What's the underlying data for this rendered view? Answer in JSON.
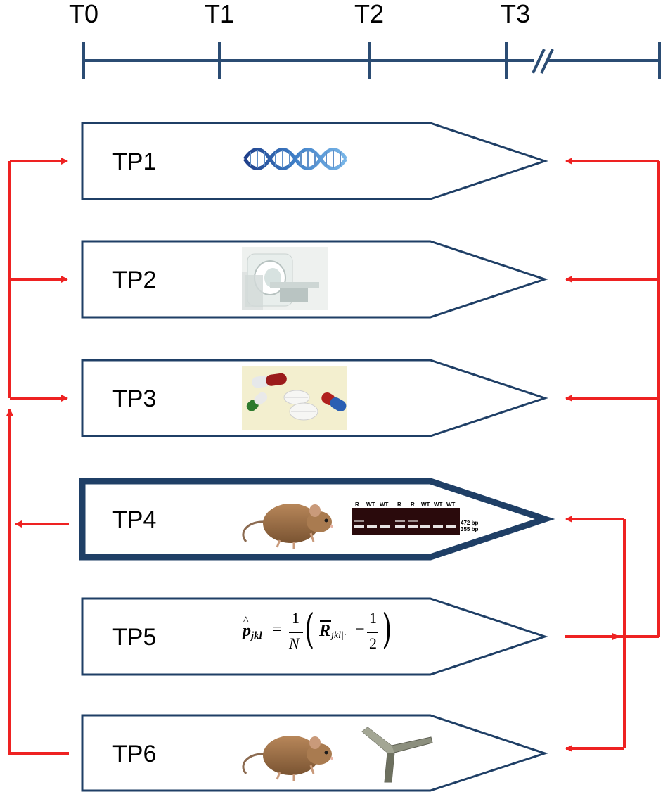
{
  "timeline": {
    "ticks": [
      "T0",
      "T1",
      "T2",
      "T3"
    ]
  },
  "stages": [
    {
      "label": "TP1",
      "icon": "dna-helix-icon"
    },
    {
      "label": "TP2",
      "icon": "mri-scanner-icon"
    },
    {
      "label": "TP3",
      "icon": "pills-icon"
    },
    {
      "label": "TP4",
      "icon": "mouse-icon",
      "extra_icon": "gel-electrophoresis-icon",
      "emphasized": true
    },
    {
      "label": "TP5",
      "icon": "formula"
    },
    {
      "label": "TP6",
      "icon": "mouse-icon",
      "extra_icon": "y-maze-icon"
    }
  ],
  "gel": {
    "lane_labels": [
      "R",
      "WT",
      "WT",
      "R",
      "R",
      "WT",
      "WT",
      "WT"
    ],
    "band_labels": [
      "472 bp",
      "355 bp"
    ]
  },
  "formula": {
    "lhs_base": "p",
    "lhs_subscript": "jkl",
    "equals": "=",
    "frac1_num": "1",
    "frac1_den": "N",
    "r_base": "R",
    "r_subscript": "jkl|·",
    "minus": "−",
    "frac2_num": "1",
    "frac2_den": "2"
  },
  "colors": {
    "navy": "#1f3f66",
    "arrow_red": "#ee2222",
    "timeline": "#2b4c73"
  }
}
